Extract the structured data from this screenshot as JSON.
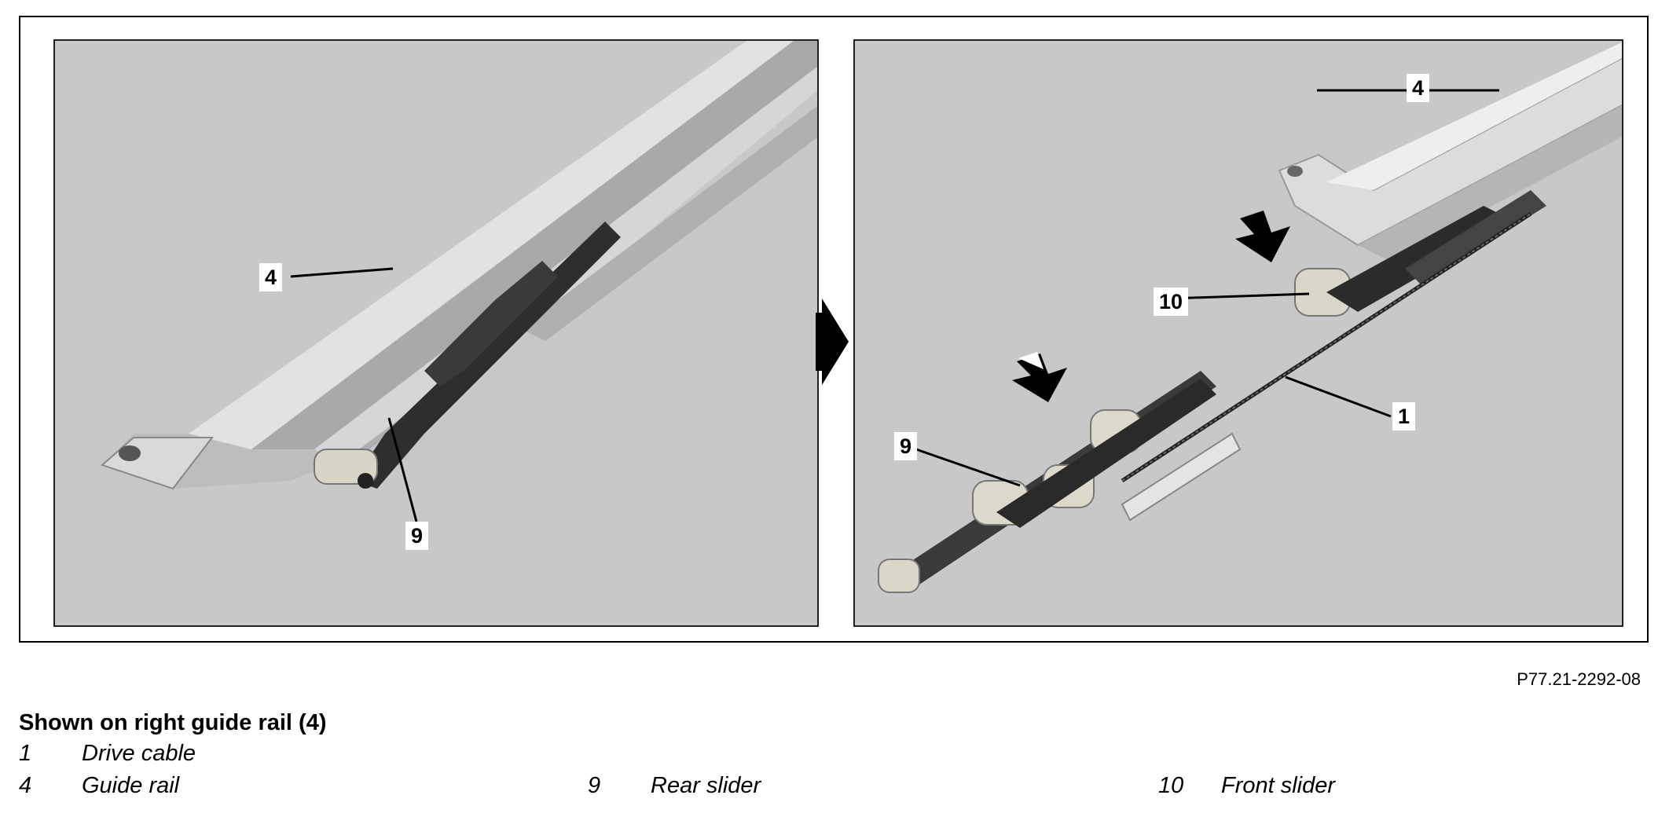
{
  "figure": {
    "left_callouts": [
      "4",
      "9"
    ],
    "right_callouts": [
      "4",
      "10",
      "1",
      "9"
    ],
    "figure_id": "P77.21-2292-08"
  },
  "legend": {
    "title": "Shown on right guide rail (4)",
    "items": [
      {
        "number": "1",
        "label": "Drive cable"
      },
      {
        "number": "4",
        "label": "Guide rail"
      },
      {
        "number": "9",
        "label": "Rear slider"
      },
      {
        "number": "10",
        "label": "Front slider"
      }
    ]
  }
}
